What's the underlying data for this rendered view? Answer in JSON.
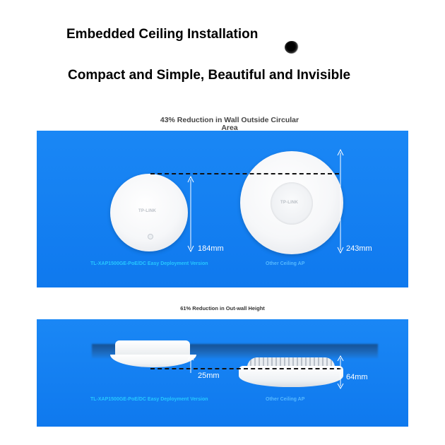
{
  "header": {
    "title": "Embedded Ceiling Installation",
    "subtitle": "Compact and Simple, Beautiful and Invisible"
  },
  "section_top": {
    "caption": "43% Reduction in Wall Outside Circular Area",
    "left_size": "184mm",
    "right_size": "243mm",
    "left_model": "TL-XAP1500GE-PoE/DC Easy Deployment Version",
    "right_model": "Other Ceiling AP",
    "left_logo": "TP-LINK",
    "right_logo": "TP-LINK"
  },
  "section_bottom": {
    "caption": "61% Reduction in Out-wall Height",
    "left_size": "25mm",
    "right_size": "64mm",
    "left_model": "TL-XAP1500GE-PoE/DC Easy Deployment Version",
    "right_model": "Other Ceiling AP"
  },
  "colors": {
    "panel_blue": "#1a87f5",
    "model_cyan": "#26c8ff",
    "measure_white": "#ffffff"
  }
}
